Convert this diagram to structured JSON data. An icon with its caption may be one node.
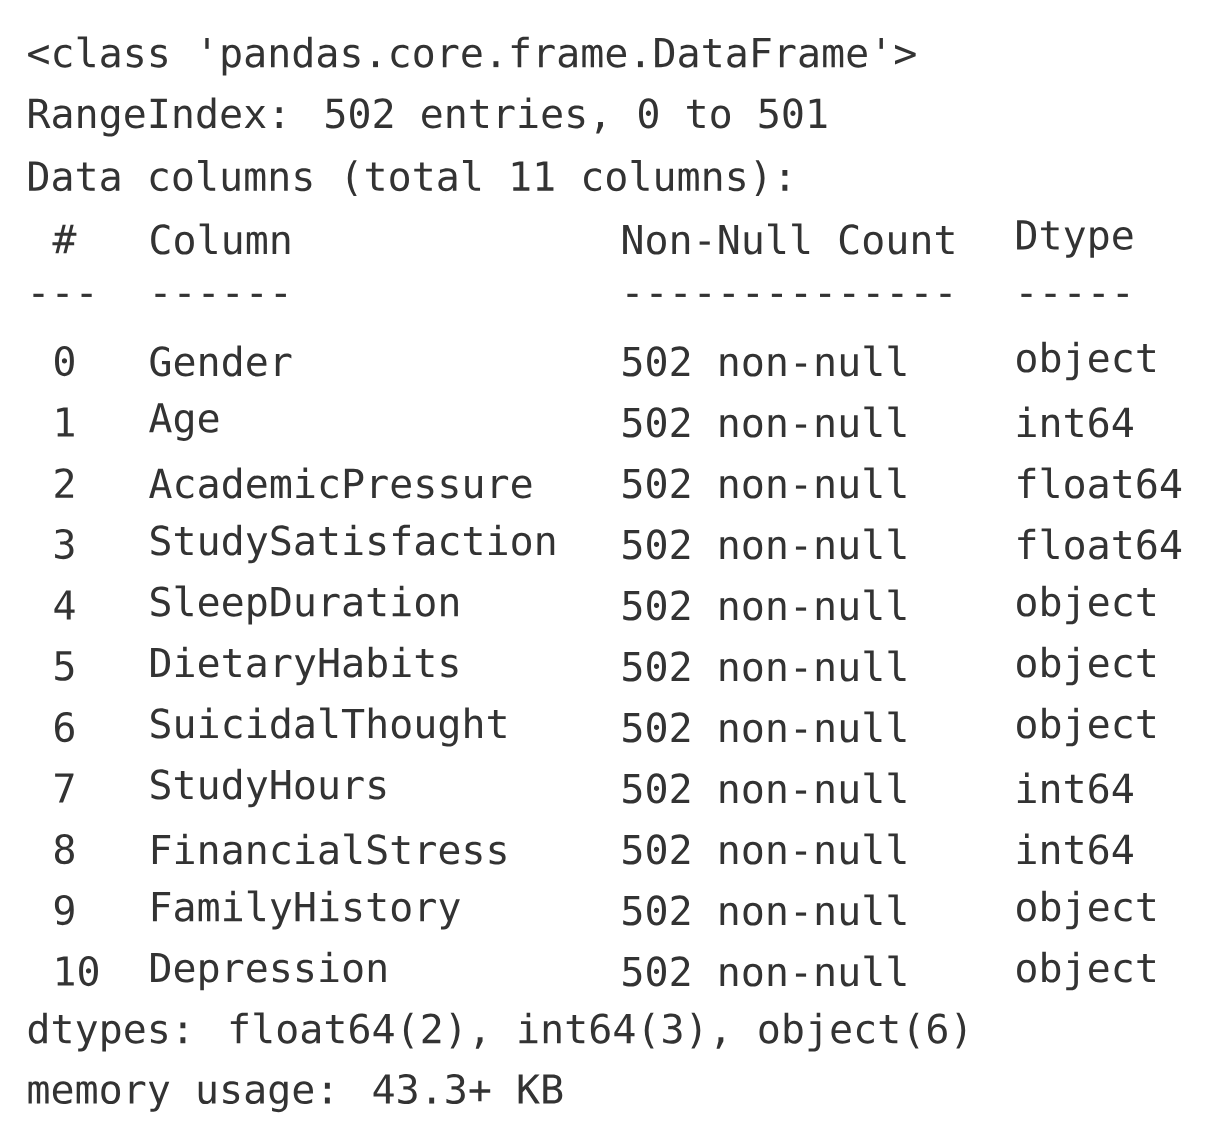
{
  "diagram": {
    "labels": [
      "<class 'pandas.core.frame.DataFrame'>",
      "RangeIndex: 502 entries, 0 to 501",
      "Data columns (total 11 columns):",
      "#",
      "Column",
      "Non-Null Count",
      "Dtype",
      "---",
      "------",
      "--------------",
      "-----",
      "0",
      "Gender",
      "502 non-null",
      "object",
      "1",
      "Age",
      "502 non-null",
      "int64",
      "2",
      "AcademicPressure",
      "502 non-null",
      "float64",
      "3",
      "StudySatisfaction",
      "502 non-null",
      "float64",
      "4",
      "SleepDuration",
      "502 non-null",
      "object",
      "5",
      "DietaryHabits",
      "502 non-null",
      "object",
      "6",
      "SuicidalThought",
      "502 non-null",
      "object",
      "7",
      "StudyHours",
      "502 non-null",
      "int64",
      "8",
      "FinancialStress",
      "502 non-null",
      "int64",
      "9",
      "FamilyHistory",
      "502 non-null",
      "object",
      "10",
      "Depression",
      "502 non-null",
      "object",
      "dtypes: float64(2), int64(3), object(6)",
      "memory usage: 43.3+ KB"
    ]
  }
}
